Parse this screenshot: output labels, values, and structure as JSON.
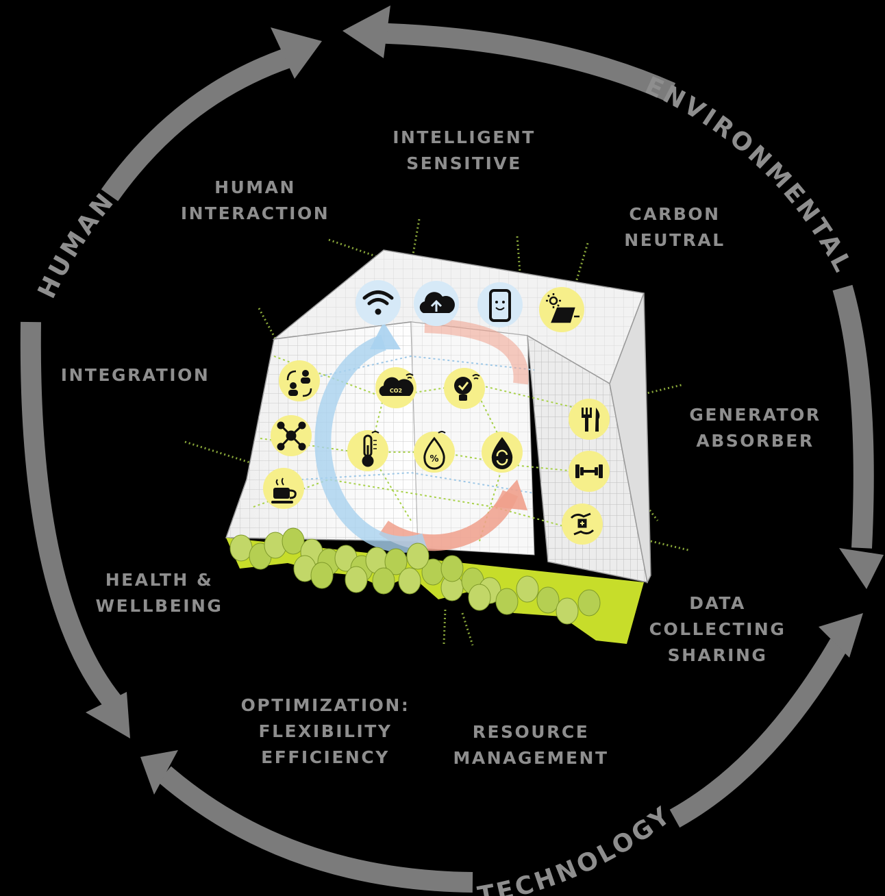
{
  "ring_labels": {
    "environmental": "ENVIRONMENTAL",
    "human": "HUMAN",
    "technology": "TECHNOLOGY"
  },
  "labels": {
    "intelligent": [
      "INTELLIGENT",
      "SENSITIVE"
    ],
    "human_interaction": [
      "HUMAN",
      "INTERACTION"
    ],
    "carbon": [
      "CARBON",
      "NEUTRAL"
    ],
    "integration": [
      "INTEGRATION"
    ],
    "generator": [
      "GENERATOR",
      "ABSORBER"
    ],
    "health": [
      "HEALTH &",
      "WELLBEING"
    ],
    "data": [
      "DATA",
      "COLLECTING",
      "SHARING"
    ],
    "optimization": [
      "OPTIMIZATION:",
      "FLEXIBILITY",
      "EFFICIENCY"
    ],
    "resource": [
      "RESOURCE",
      "MANAGEMENT"
    ]
  },
  "icons": {
    "co2_text": "CO2",
    "humidity_text": "%"
  },
  "colors": {
    "background": "#000000",
    "ring": "#7b7b7b",
    "label": "#8e8e8e",
    "icon_yellow": "#f6ef8a",
    "icon_blue": "#d6e9f7",
    "ground": "#c7dd2a",
    "tree": "#b5cf52",
    "warm_arrow": "#f0a08c",
    "cool_arrow": "#a9d2ef"
  }
}
